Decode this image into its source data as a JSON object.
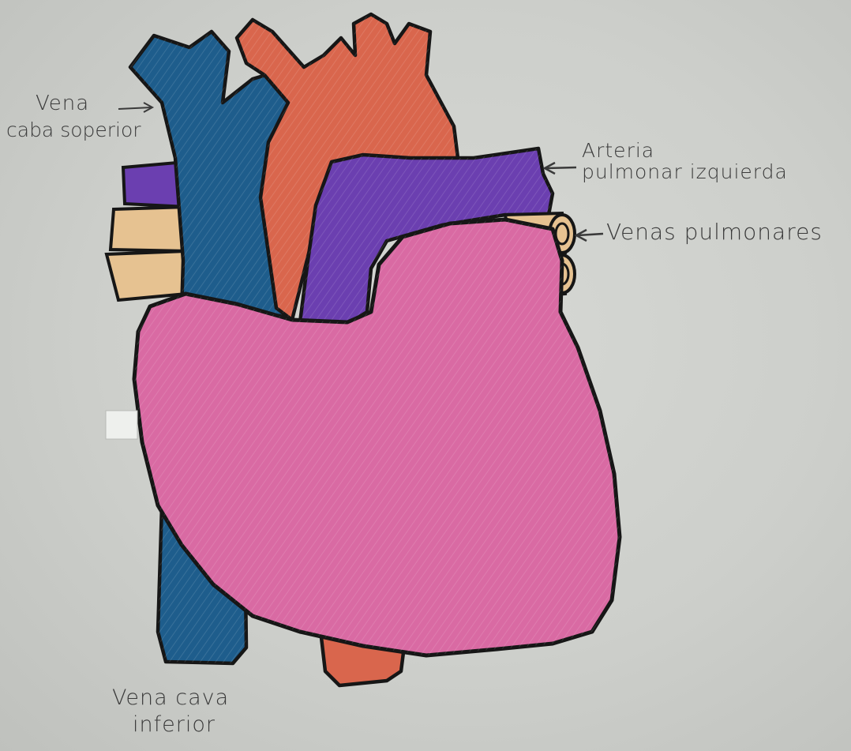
{
  "labels": {
    "vena_cava_superior": [
      "Vena",
      "caba soperior"
    ],
    "arteria_pulmonar_izquierda": [
      "Arteria",
      "pulmonar izquierda"
    ],
    "venas_pulmonares": "Venas pulmonares",
    "vena_cava_inferior": [
      "Vena cava",
      "inferior"
    ]
  },
  "colors": {
    "paper": "#cdcfcb",
    "outline": "#161616",
    "vena_cava": "#1e5d8c",
    "aorta": "#d9664d",
    "pulmonary_artery": "#6b3fb0",
    "pulmonary_veins": "#e6c291",
    "heart": "#d96aa3"
  }
}
